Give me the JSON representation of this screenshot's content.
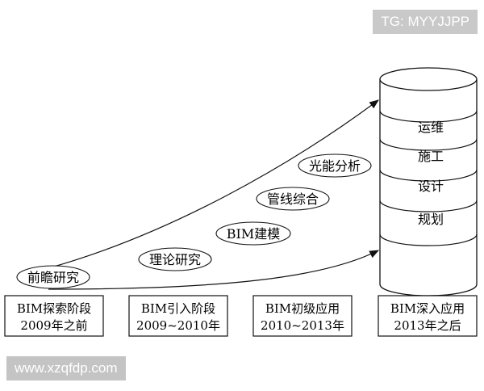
{
  "watermarks": {
    "top": "TG: MYYJJPP",
    "bottom": "www.xzqfdp.com"
  },
  "bubbles": [
    "前瞻研究",
    "理论研究",
    "BIM建模",
    "管线综合",
    "光能分析"
  ],
  "stages": [
    {
      "line1": "BIM探索阶段",
      "line2": "2009年之前"
    },
    {
      "line1": "BIM引入阶段",
      "line2": "2009~2010年"
    },
    {
      "line1": "BIM初级应用",
      "line2": "2010~2013年"
    },
    {
      "line1": "BIM深入应用",
      "line2": "2013年之后"
    }
  ],
  "cylinder_layers": [
    "运维",
    "施工",
    "设计",
    "规划"
  ]
}
